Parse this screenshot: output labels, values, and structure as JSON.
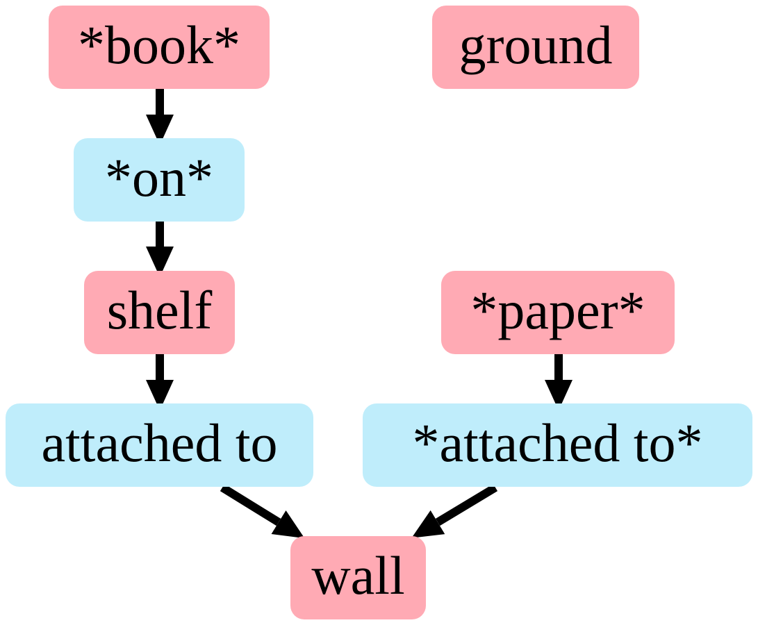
{
  "colors": {
    "object_node": "#FFAAB4",
    "relation_node": "#BFEDFB",
    "edge": "#000000"
  },
  "nodes": {
    "book": {
      "label": "*book*",
      "kind": "object"
    },
    "ground": {
      "label": "ground",
      "kind": "object"
    },
    "on": {
      "label": "*on*",
      "kind": "relation"
    },
    "shelf": {
      "label": "shelf",
      "kind": "object"
    },
    "paper": {
      "label": "*paper*",
      "kind": "object"
    },
    "attached_to_1": {
      "label": "attached to",
      "kind": "relation"
    },
    "attached_to_2": {
      "label": "*attached to*",
      "kind": "relation"
    },
    "wall": {
      "label": "wall",
      "kind": "object"
    }
  },
  "edges": [
    {
      "from": "book",
      "to": "on"
    },
    {
      "from": "on",
      "to": "shelf"
    },
    {
      "from": "shelf",
      "to": "attached_to_1"
    },
    {
      "from": "paper",
      "to": "attached_to_2"
    },
    {
      "from": "attached_to_1",
      "to": "wall"
    },
    {
      "from": "attached_to_2",
      "to": "wall"
    }
  ]
}
